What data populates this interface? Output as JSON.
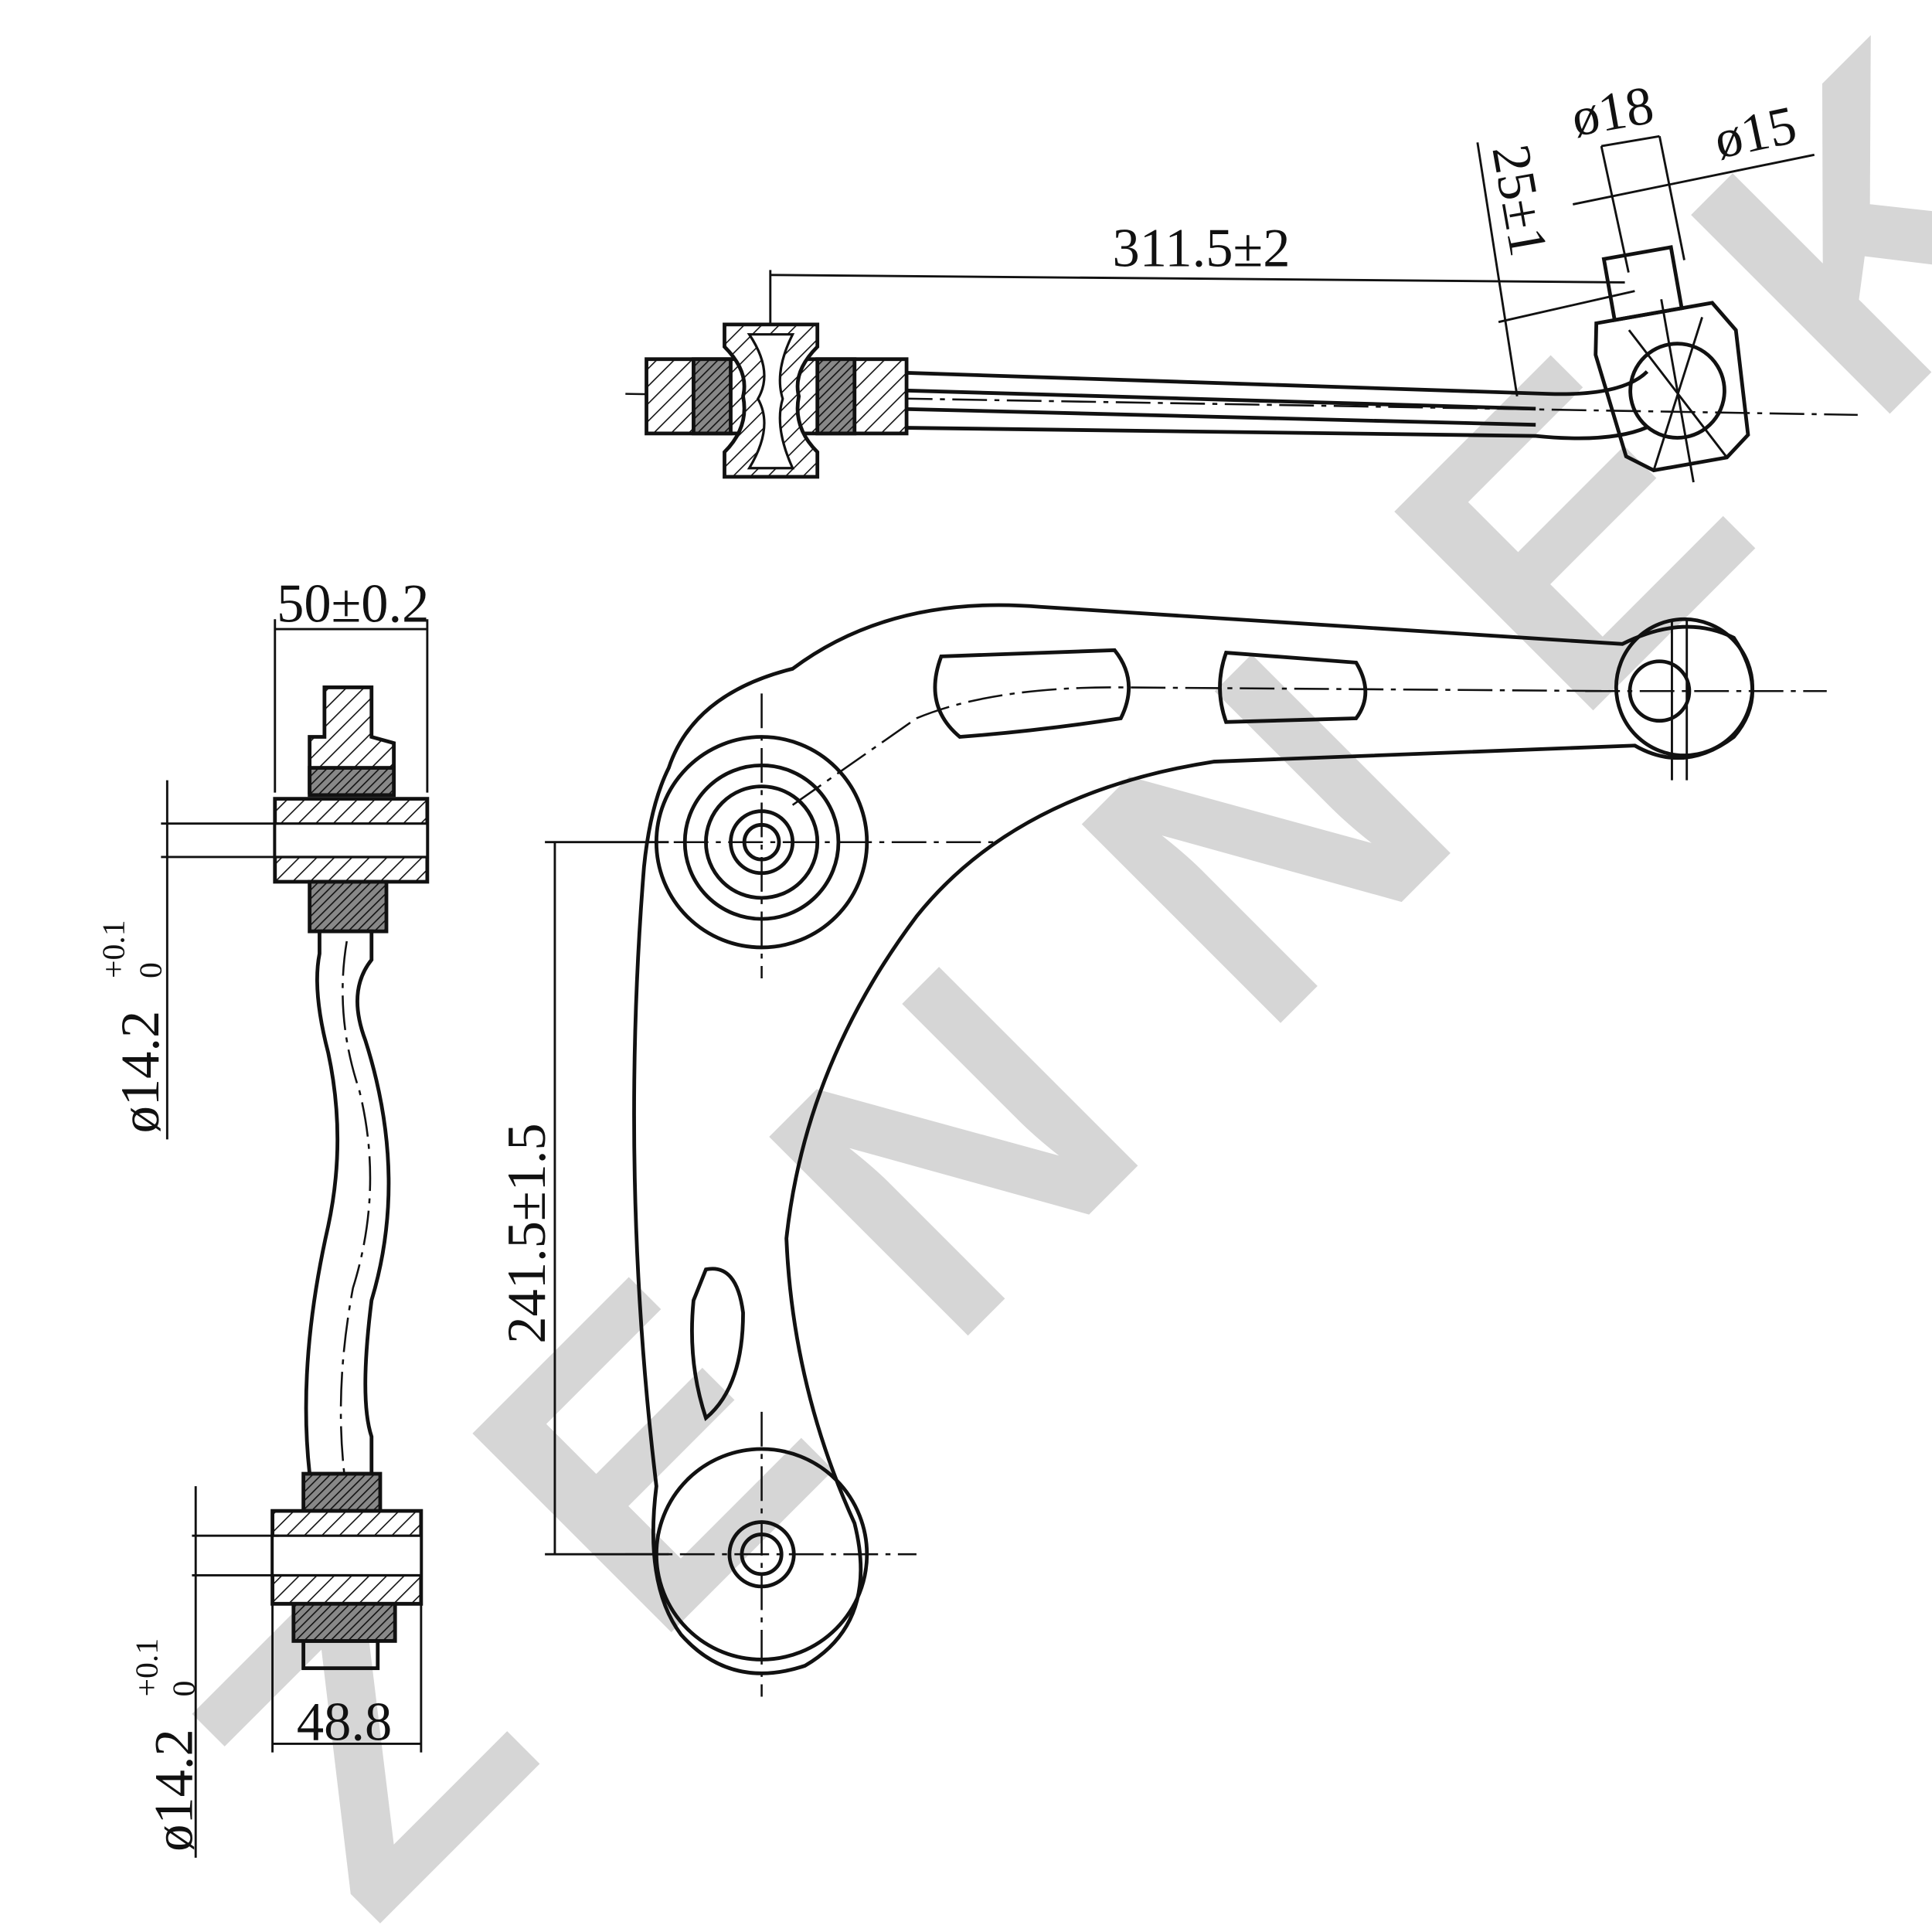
{
  "watermark": "ZENNEK",
  "dimensions": {
    "length_top": "311.5±2",
    "ball_stud_dia_outer": "ø18",
    "ball_stud_dia_inner": "ø15",
    "ball_offset": "25±1",
    "front_bushing_width": "50±0.2",
    "front_bushing_bore": "ø14.2",
    "front_bushing_tol_upper": "+0.1",
    "front_bushing_tol_lower": "0",
    "bushing_spacing": "241.5±1.5",
    "rear_bushing_width": "48.8",
    "rear_bushing_bore": "ø14.2",
    "rear_bushing_tol_upper": "+0.1",
    "rear_bushing_tol_lower": "0"
  }
}
